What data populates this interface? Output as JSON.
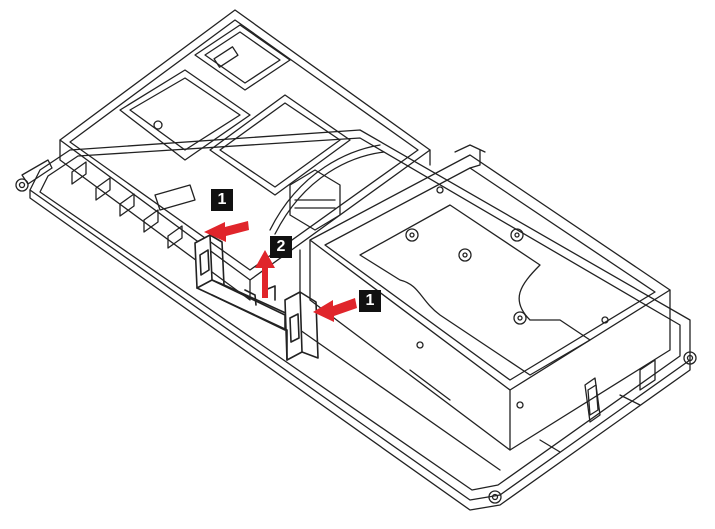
{
  "callouts": {
    "step_1_top": "1",
    "step_2": "2",
    "step_1_bottom": "1"
  },
  "colors": {
    "line": "#222222",
    "arrow": "#e0252b",
    "callout_bg": "#111111",
    "callout_text": "#ffffff"
  }
}
